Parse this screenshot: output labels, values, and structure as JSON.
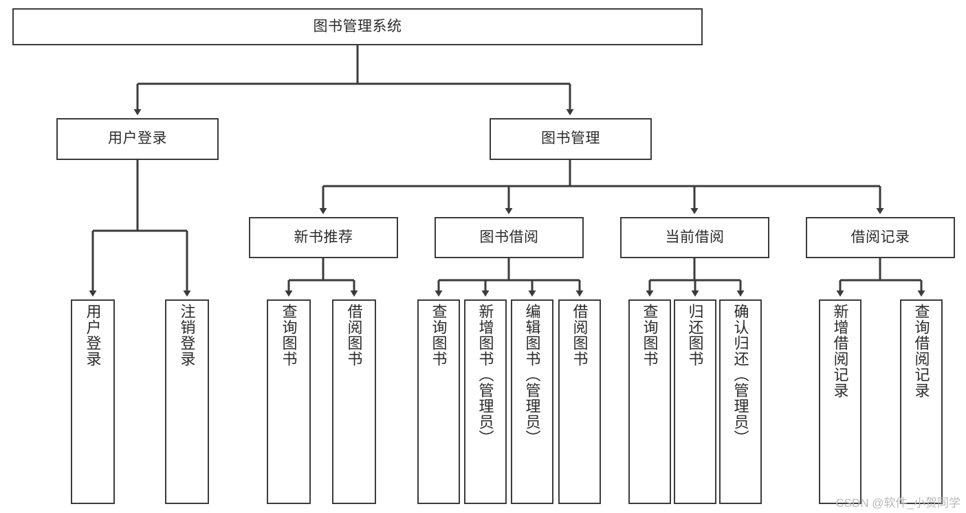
{
  "diagram": {
    "type": "tree-hierarchy-chart",
    "title": "图书管理系统",
    "orientation": "top-down",
    "colors": {
      "background": "#ffffff",
      "box_border": "#3b3b3b",
      "box_fill": "#ffffff",
      "connector": "#3b3b3b",
      "text": "#2b2b2b",
      "watermark": "#b9b9b9"
    },
    "levels": 4
  },
  "root": {
    "label": "图书管理系统"
  },
  "level2": [
    {
      "label": "用户登录"
    },
    {
      "label": "图书管理"
    }
  ],
  "level3": [
    {
      "label": "新书推荐"
    },
    {
      "label": "图书借阅"
    },
    {
      "label": "当前借阅"
    },
    {
      "label": "借阅记录"
    }
  ],
  "leaves": {
    "user_login": [
      {
        "label": "用户登录"
      },
      {
        "label": "注销登录"
      }
    ],
    "new_book_recommend": [
      {
        "label": "查询图书"
      },
      {
        "label": "借阅图书"
      }
    ],
    "book_borrow": [
      {
        "label": "查询图书"
      },
      {
        "label": "新增图书（管理员）"
      },
      {
        "label": "编辑图书（管理员）"
      },
      {
        "label": "借阅图书"
      }
    ],
    "current_borrow": [
      {
        "label": "查询图书"
      },
      {
        "label": "归还图书"
      },
      {
        "label": "确认归还（管理员）"
      }
    ],
    "borrow_record": [
      {
        "label": "新增借阅记录"
      },
      {
        "label": "查询借阅记录"
      }
    ]
  },
  "watermark": {
    "text": "CSDN @软件_小贺同学"
  }
}
